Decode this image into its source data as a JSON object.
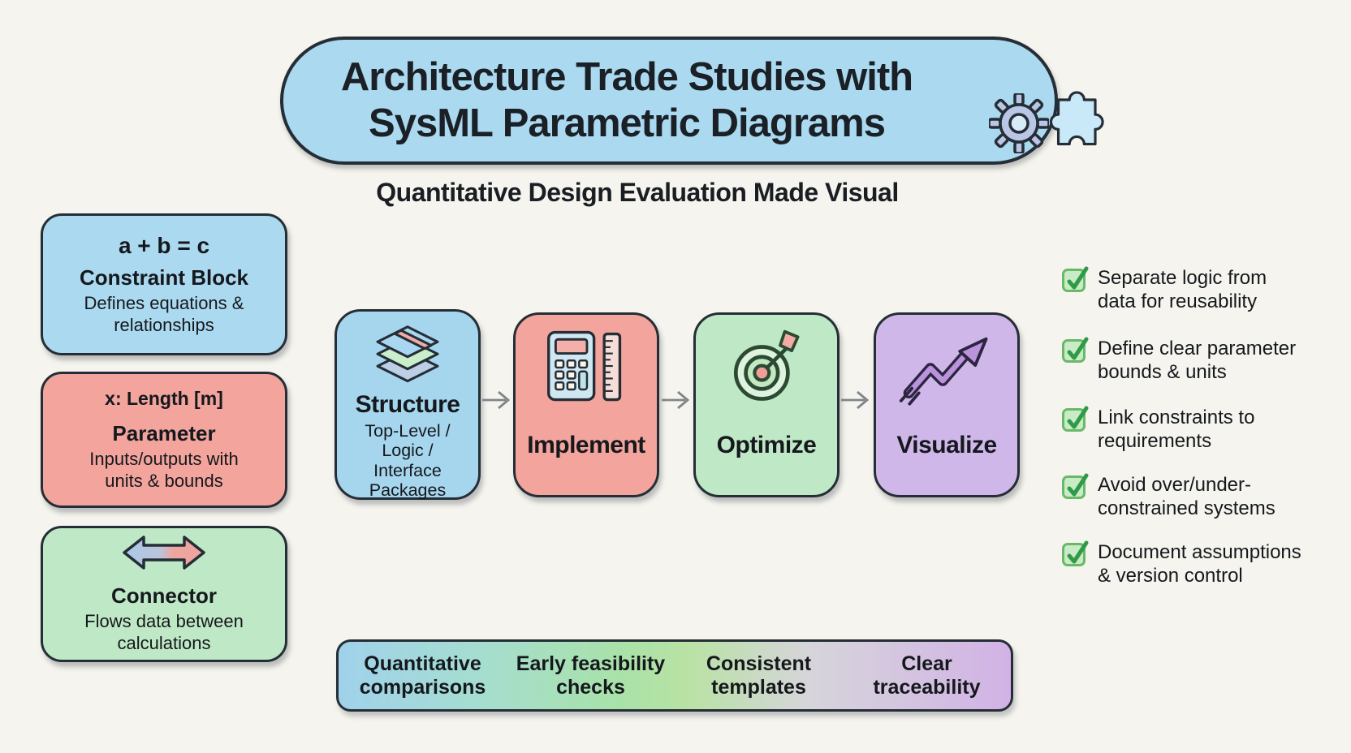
{
  "header": {
    "title_line1": "Architecture Trade Studies with",
    "title_line2": "SysML Parametric Diagrams",
    "subtitle": "Quantitative Design Evaluation Made Visual",
    "icons": [
      "gear-icon",
      "puzzle-icon"
    ]
  },
  "legend_cards": [
    {
      "example": "a + b = c",
      "name": "Constraint Block",
      "description": "Defines equations & relationships",
      "color": "#abd9f0"
    },
    {
      "example": "x: Length [m]",
      "name": "Parameter",
      "description": "Inputs/outputs with units & bounds",
      "color": "#f2a49d"
    },
    {
      "icon": "double-arrow-icon",
      "name": "Connector",
      "description": "Flows data between calculations",
      "color": "#bfe8c6"
    }
  ],
  "process_flow": {
    "steps": [
      {
        "label": "Structure",
        "sublabel": "Top-Level / Logic / Interface Packages",
        "icon": "layers-icon",
        "color": "#a6d6ee"
      },
      {
        "label": "Implement",
        "icon": "calculator-icon",
        "color": "#f2a49d"
      },
      {
        "label": "Optimize",
        "icon": "target-icon",
        "color": "#bfe8c6"
      },
      {
        "label": "Visualize",
        "icon": "trend-arrow-icon",
        "color": "#cfb7ea"
      }
    ]
  },
  "best_practices": [
    {
      "text": "Separate logic from data for reusability"
    },
    {
      "text": "Define clear parameter bounds & units"
    },
    {
      "text": "Link constraints to requirements"
    },
    {
      "text": "Avoid over/under-constrained systems"
    },
    {
      "text": "Document assumptions & version control"
    }
  ],
  "benefits": [
    {
      "text": "Quantitative comparisons"
    },
    {
      "text": "Early feasibility checks"
    },
    {
      "text": "Consistent templates"
    },
    {
      "text": "Clear traceability"
    }
  ],
  "colors": {
    "background": "#f5f4ee",
    "outline": "#252e36",
    "blue": "#abd9f0",
    "pink": "#f2a49d",
    "green": "#bfe8c6",
    "purple": "#cfb7ea",
    "checkbox_fill": "#c9ecc6",
    "checkbox_border": "#6ab86a",
    "check_green": "#2f9a47",
    "flow_arrow_gray": "#7e868c"
  }
}
